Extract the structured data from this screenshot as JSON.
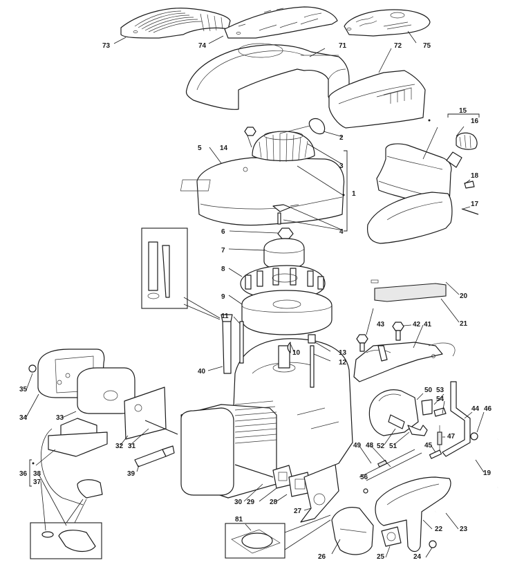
{
  "diagram": {
    "title": "Engine exploded parts view",
    "callouts": [
      {
        "id": "73",
        "part": "top-cover-ribbed"
      },
      {
        "id": "74",
        "part": "top-cover-slotted"
      },
      {
        "id": "75",
        "part": "round-vent-cover"
      },
      {
        "id": "71",
        "part": "engine-shroud"
      },
      {
        "id": "72",
        "part": "side-shroud"
      },
      {
        "id": "14",
        "part": "nut"
      },
      {
        "id": "5",
        "part": "fan-housing"
      },
      {
        "id": "2",
        "part": "starter-handle"
      },
      {
        "id": "3",
        "part": "starter-rope"
      },
      {
        "id": "1",
        "part": "recoil-starter-assembly"
      },
      {
        "id": "4",
        "part": "starter-pawl-kit"
      },
      {
        "id": "15",
        "part": "fuel-tank-assembly"
      },
      {
        "id": "16",
        "part": "fuel-cap"
      },
      {
        "id": "18",
        "part": "tank-screw"
      },
      {
        "id": "17",
        "part": "tank-pin"
      },
      {
        "id": "6",
        "part": "flywheel-nut"
      },
      {
        "id": "7",
        "part": "starter-cup"
      },
      {
        "id": "8",
        "part": "fan"
      },
      {
        "id": "9",
        "part": "flywheel"
      },
      {
        "id": "11",
        "part": "stud"
      },
      {
        "id": "40",
        "part": "dipstick-tube"
      },
      {
        "id": "10",
        "part": "woodruff-key"
      },
      {
        "id": "13",
        "part": "spacer"
      },
      {
        "id": "12",
        "part": "stud"
      },
      {
        "id": "20",
        "part": "air-filter-cover"
      },
      {
        "id": "21",
        "part": "air-filter-element"
      },
      {
        "id": "43",
        "part": "screw"
      },
      {
        "id": "42",
        "part": "screw"
      },
      {
        "id": "41",
        "part": "brake-plate"
      },
      {
        "id": "35",
        "part": "nut"
      },
      {
        "id": "34",
        "part": "muffler-guard"
      },
      {
        "id": "33",
        "part": "muffler"
      },
      {
        "id": "32",
        "part": "muffler-gasket"
      },
      {
        "id": "31",
        "part": "stud"
      },
      {
        "id": "36",
        "part": "ignition-coil-assembly"
      },
      {
        "id": "38",
        "part": "spark-plug-cap"
      },
      {
        "id": "37",
        "part": "spring-clip"
      },
      {
        "id": "39",
        "part": "spark-plug"
      },
      {
        "id": "50",
        "part": "governor-bracket"
      },
      {
        "id": "53",
        "part": "clamp"
      },
      {
        "id": "54",
        "part": "screw"
      },
      {
        "id": "52",
        "part": "bushing"
      },
      {
        "id": "51",
        "part": "screw"
      },
      {
        "id": "44",
        "part": "governor-lever"
      },
      {
        "id": "46",
        "part": "nut"
      },
      {
        "id": "47",
        "part": "governor-spring"
      },
      {
        "id": "45",
        "part": "bolt"
      },
      {
        "id": "49",
        "part": "throttle-link-spring"
      },
      {
        "id": "48",
        "part": "governor-link"
      },
      {
        "id": "56",
        "part": "clip"
      },
      {
        "id": "19",
        "part": "breather-hose"
      },
      {
        "id": "30",
        "part": "stud"
      },
      {
        "id": "29",
        "part": "gasket"
      },
      {
        "id": "28",
        "part": "insulator"
      },
      {
        "id": "27",
        "part": "heat-shield-gasket"
      },
      {
        "id": "81",
        "part": "carburetor-gasket-kit"
      },
      {
        "id": "26",
        "part": "carburetor"
      },
      {
        "id": "25",
        "part": "gasket"
      },
      {
        "id": "24",
        "part": "nut"
      },
      {
        "id": "22",
        "part": "air-filter-base"
      },
      {
        "id": "23",
        "part": "hose"
      }
    ]
  }
}
